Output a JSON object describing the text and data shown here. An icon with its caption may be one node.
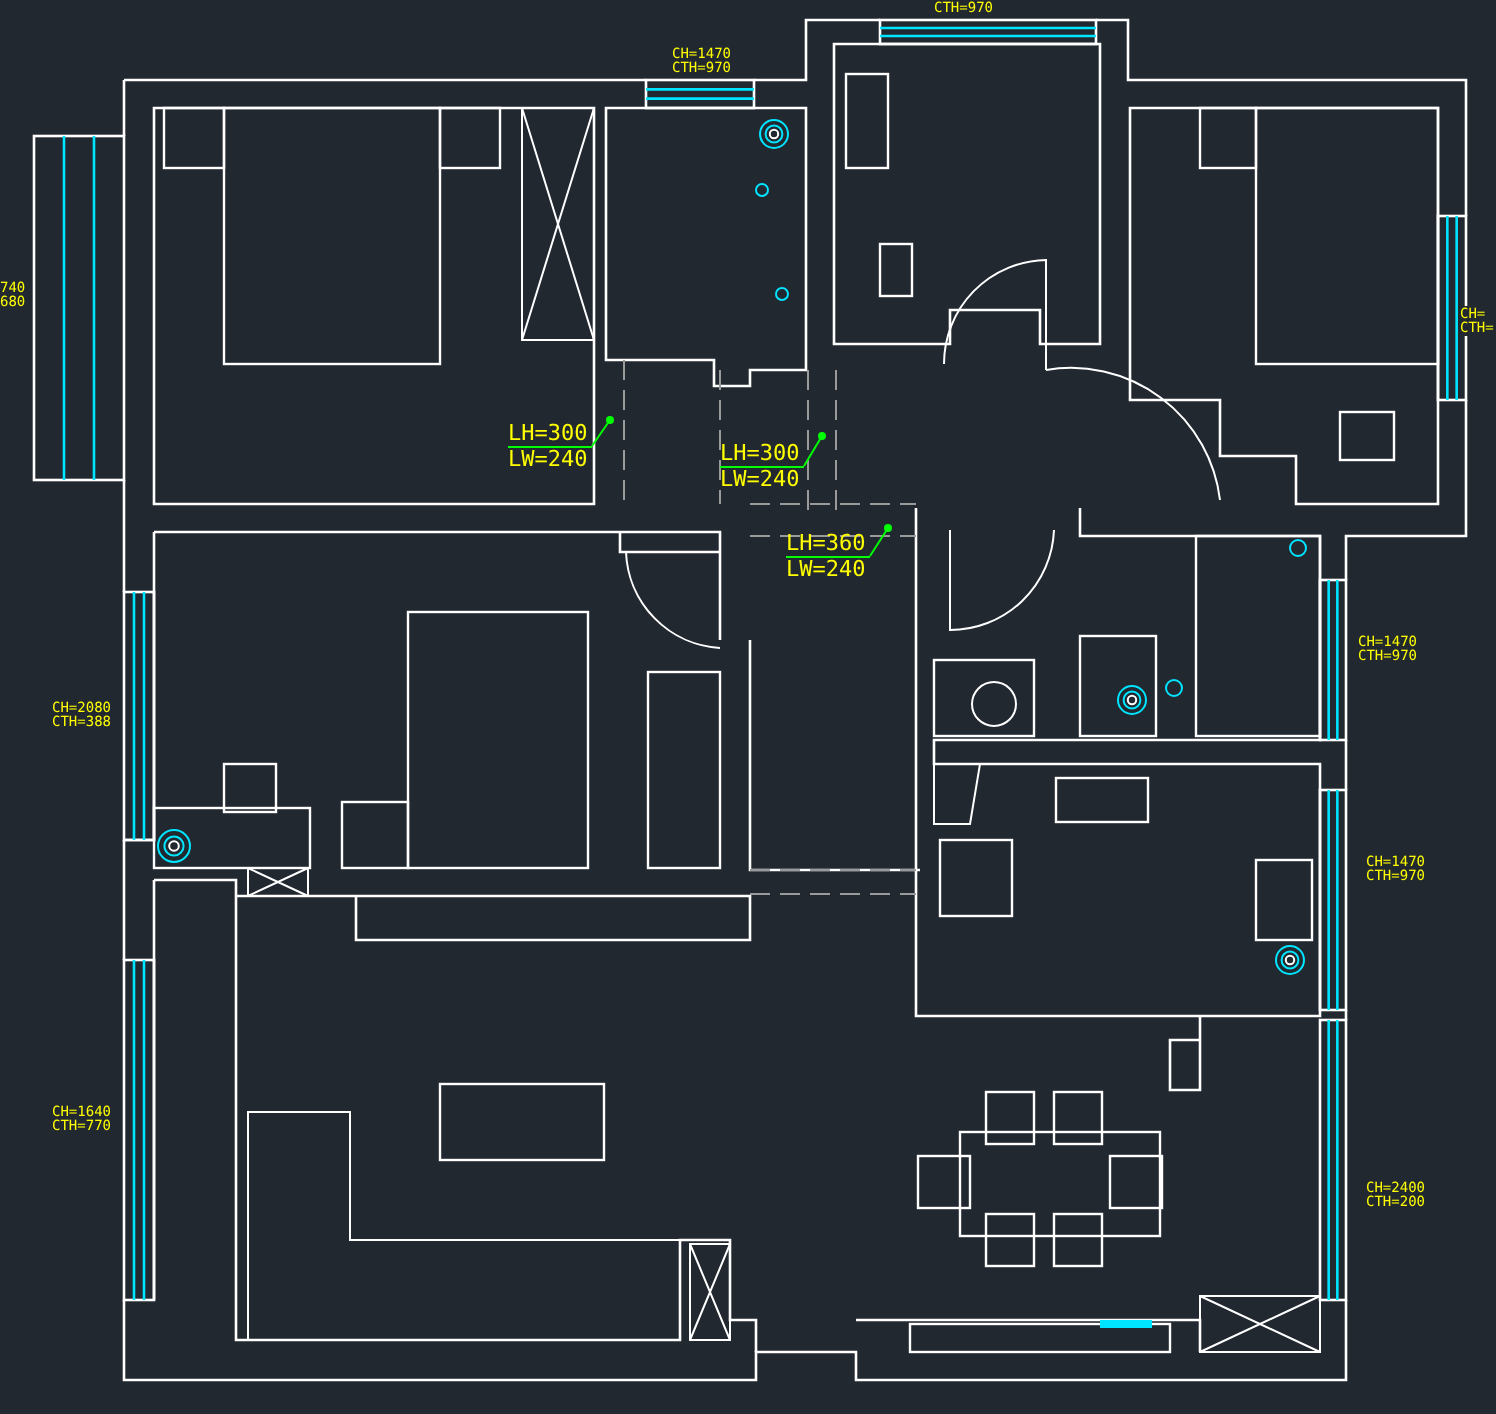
{
  "diagram": {
    "nodes": [
      {
        "text": [
          "LH=300",
          "LW=240"
        ]
      },
      {
        "text": [
          "LH=300",
          "LW=240"
        ]
      },
      {
        "text": [
          "LH=360",
          "LW=240"
        ]
      }
    ],
    "edges": [
      {
        "from": 0,
        "to": null,
        "arrow": "other",
        "color": "#00ff00"
      },
      {
        "from": 1,
        "to": null,
        "arrow": "other",
        "color": "#00ff00"
      },
      {
        "from": 2,
        "to": null,
        "arrow": "other",
        "color": "#00ff00"
      }
    ],
    "labels": [
      "CTH=970",
      "CH=1470",
      "CTH=970",
      "740",
      "680",
      "CH=",
      "CTH=",
      "CH=1470",
      "CTH=970",
      "CH=2080",
      "CTH=388",
      "CH=1470",
      "CTH=970",
      "CH=1640",
      "CTH=770",
      "CH=2400",
      "CTH=200"
    ]
  }
}
